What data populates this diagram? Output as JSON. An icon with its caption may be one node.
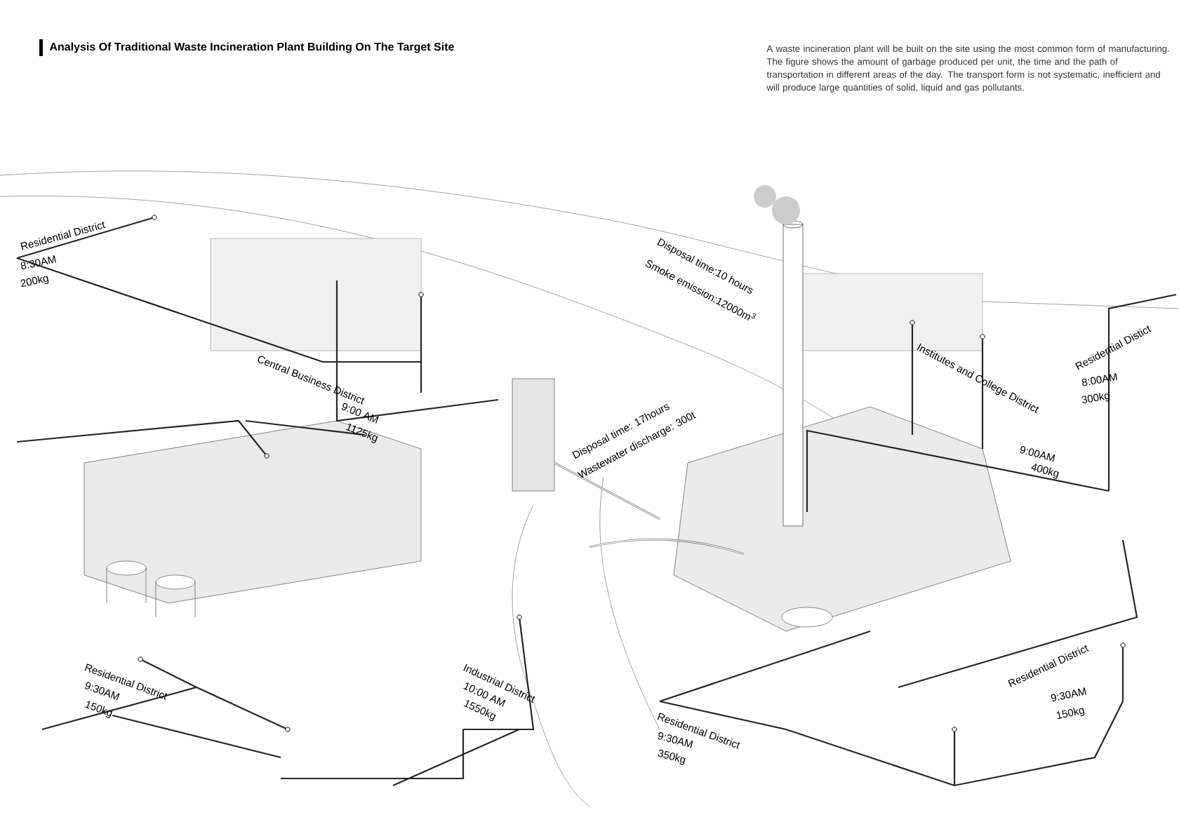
{
  "diagram": {
    "title": "Analysis Of Traditional Waste Incineration Plant Building On The Target Site",
    "caption": "A waste incineration plant will be built on the site using the most common form of manufacturing. The figure shows the amount of garbage produced per unit, the time and the path of transportation in different areas of the day. The transport form is not systematic, inefficient and will produce large quantities of solid, liquid and gas pollutants.",
    "labels": [
      "Residential District",
      "8:30AM",
      "200kg",
      "Disposal time:10 hours",
      "Smoke emission:12000m$^{3}$",
      "Residential Distict",
      "8:00AM",
      "300kg",
      "Central Business District",
      "9:00 AM",
      "1125kg",
      "Institutes and College District",
      "9:00AM",
      "400kg",
      "Disposal time: 17hours",
      "Wastewater discharge: 300t",
      "Residential District",
      "9:30AM",
      "150kg",
      "Industrial District",
      "10:00 AM",
      "1550kg",
      "Residential District",
      "9:30AM",
      "350kg",
      "Residential District",
      "9:30AM",
      "150kg"
    ]
  }
}
